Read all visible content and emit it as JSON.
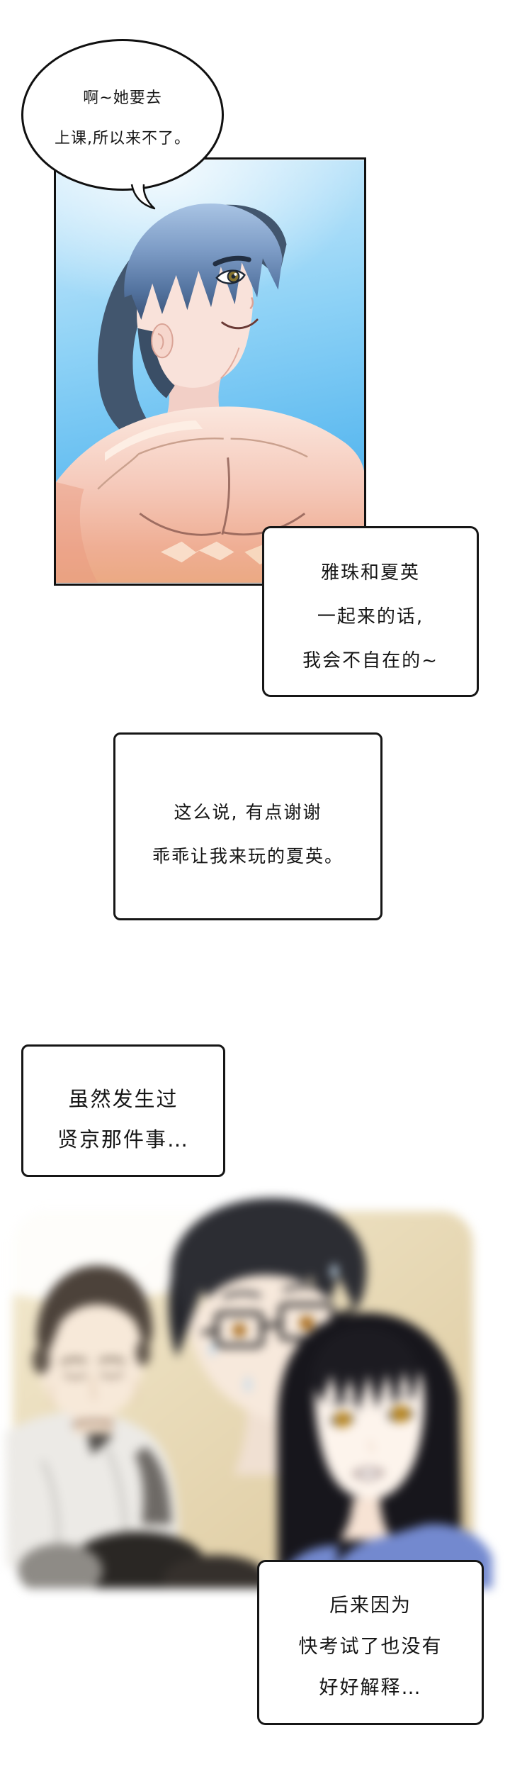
{
  "page_type": "webtoon-comic-page",
  "speech_bubble": {
    "lines": [
      "啊~她要去",
      "上课,所以来不了。"
    ]
  },
  "captions": {
    "box1": {
      "lines": [
        "雅珠和夏英",
        "一起来的话,",
        "我会不自在的~"
      ]
    },
    "box2": {
      "lines": [
        "这么说, 有点谢谢",
        "乖乖让我来玩的夏英。"
      ]
    },
    "box3": {
      "lines": [
        "虽然发生过",
        "贤京那件事…"
      ]
    },
    "box4": {
      "lines": [
        "后来因为",
        "快考试了也没有",
        "好好解释…"
      ]
    }
  },
  "colors": {
    "page_bg": "#ffffff",
    "panel_border": "#101010",
    "sky_top": "#d2ecfb",
    "sky_bottom": "#45aeed",
    "man_hair_blue": "#7d9cc6",
    "skin_light": "#f9e2da",
    "skin_shadow": "#eda98c",
    "flashback_beige": "#e7d8b0",
    "shocked_eye_orange": "#d8881c",
    "woman_eye_amber": "#e2a41e",
    "woman_top_blue": "#7389cf",
    "text_color": "#161616"
  }
}
